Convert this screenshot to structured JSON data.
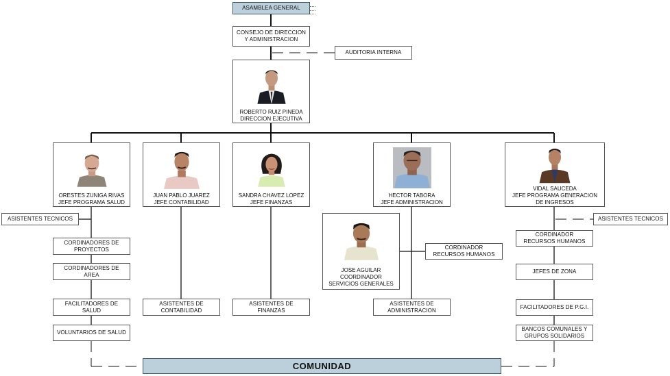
{
  "top": {
    "asamblea": "ASAMBLEA GENERAL",
    "consejo": [
      "CONSEJO DE DIRECCION",
      "Y ADMINISTRACION"
    ],
    "auditoria": "AUDITORIA INTERNA"
  },
  "director": {
    "name": "ROBERTO RUIZ PINEDA",
    "title": "DIRECCION EJECUTIVA"
  },
  "heads": [
    {
      "name": "ORESTES ZUNIGA RIVAS",
      "title": "JEFE PROGRAMA SALUD"
    },
    {
      "name": "JUAN PABLO JUAREZ",
      "title": "JEFE CONTABILIDAD"
    },
    {
      "name": "SANDRA CHAVEZ LOPEZ",
      "title": "JEFE FINANZAS"
    },
    {
      "name": "HECTOR TABORA",
      "title": "JEFE ADMINISTRACION"
    },
    {
      "name": "VIDAL SAUCEDA",
      "title": "JEFE PROGRAMA GENERACION",
      "title2": "DE INGRESOS"
    }
  ],
  "salud": {
    "asistentes": "ASISTENTES TECNICOS",
    "proyectos": [
      "CORDINADORES DE",
      "PROYECTOS"
    ],
    "area": [
      "CORDINADORES DE",
      "AREA"
    ],
    "facilitadores": [
      "FACILITADORES DE",
      "SALUD"
    ],
    "voluntarios": "VOLUNTARIOS DE SALUD"
  },
  "contabilidad": {
    "asistentes": [
      "ASISTENTES DE",
      "CONTABILIDAD"
    ]
  },
  "finanzas": {
    "asistentes": [
      "ASISTENTES DE",
      "FINANZAS"
    ]
  },
  "administracion": {
    "coordinador": {
      "name": "JOSE AGUILAR",
      "title": "COORDINADOR",
      "title2": "SERVICIOS GENERALES"
    },
    "rrhh": [
      "CORDINADOR",
      "RECURSOS HUMANOS"
    ],
    "asistentes": [
      "ASISTENTES DE",
      "ADMINISTRACION"
    ]
  },
  "ingresos": {
    "asistentes": "ASISTENTES TECNICOS",
    "rrhh": [
      "CORDINADOR",
      "RECURSOS HUMANOS"
    ],
    "jefes_zona": "JEFES DE ZONA",
    "facilitadores": "FACILITADORES DE P.G.I.",
    "bancos": [
      "BANCOS COMUNALES Y",
      "GRUPOS SOLIDARIOS"
    ]
  },
  "community": "COMUNIDAD",
  "colors": {
    "accent_fill": "#bcd0db",
    "accent_border": "#3c5865",
    "line": "#111111"
  }
}
